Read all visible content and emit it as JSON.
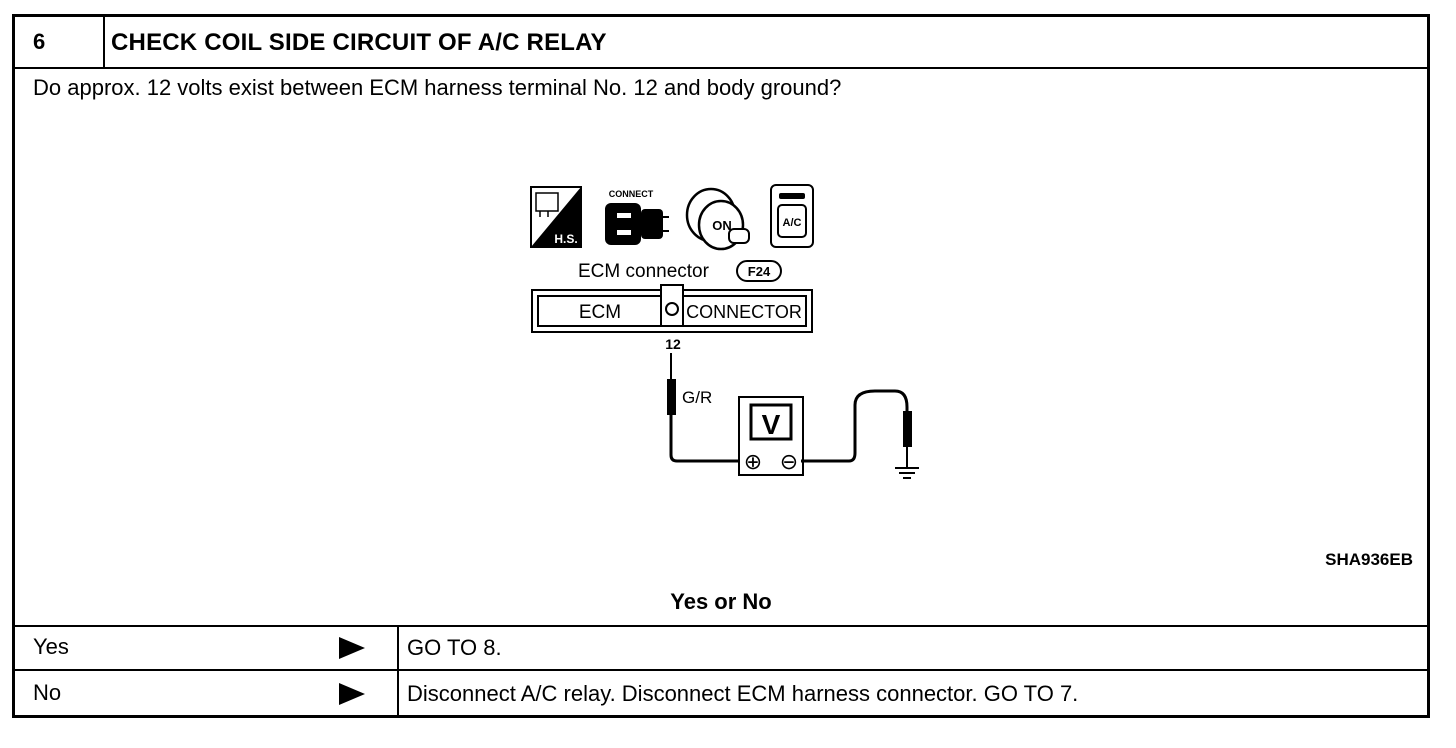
{
  "header": {
    "step_number": "6",
    "title": "CHECK COIL SIDE CIRCUIT OF A/C RELAY"
  },
  "question": "Do approx. 12 volts exist between ECM harness terminal No. 12 and body ground?",
  "diagram": {
    "icons": {
      "hs_label": "H.S.",
      "connect_label": "CONNECT",
      "ignition_label": "ON",
      "ac_label": "A/C"
    },
    "connector_caption": "ECM connector",
    "connector_id": "F24",
    "ecm_label": "ECM",
    "connector_label": "CONNECTOR",
    "terminal_number": "12",
    "wire_color": "G/R",
    "voltmeter_label": "V",
    "plus_symbol": "⊕",
    "minus_symbol": "⊖"
  },
  "figure_code": "SHA936EB",
  "answers": {
    "heading": "Yes or No",
    "rows": [
      {
        "label": "Yes",
        "action": "GO TO 8."
      },
      {
        "label": "No",
        "action": "Disconnect A/C relay. Disconnect ECM harness connector. GO TO 7."
      }
    ]
  }
}
